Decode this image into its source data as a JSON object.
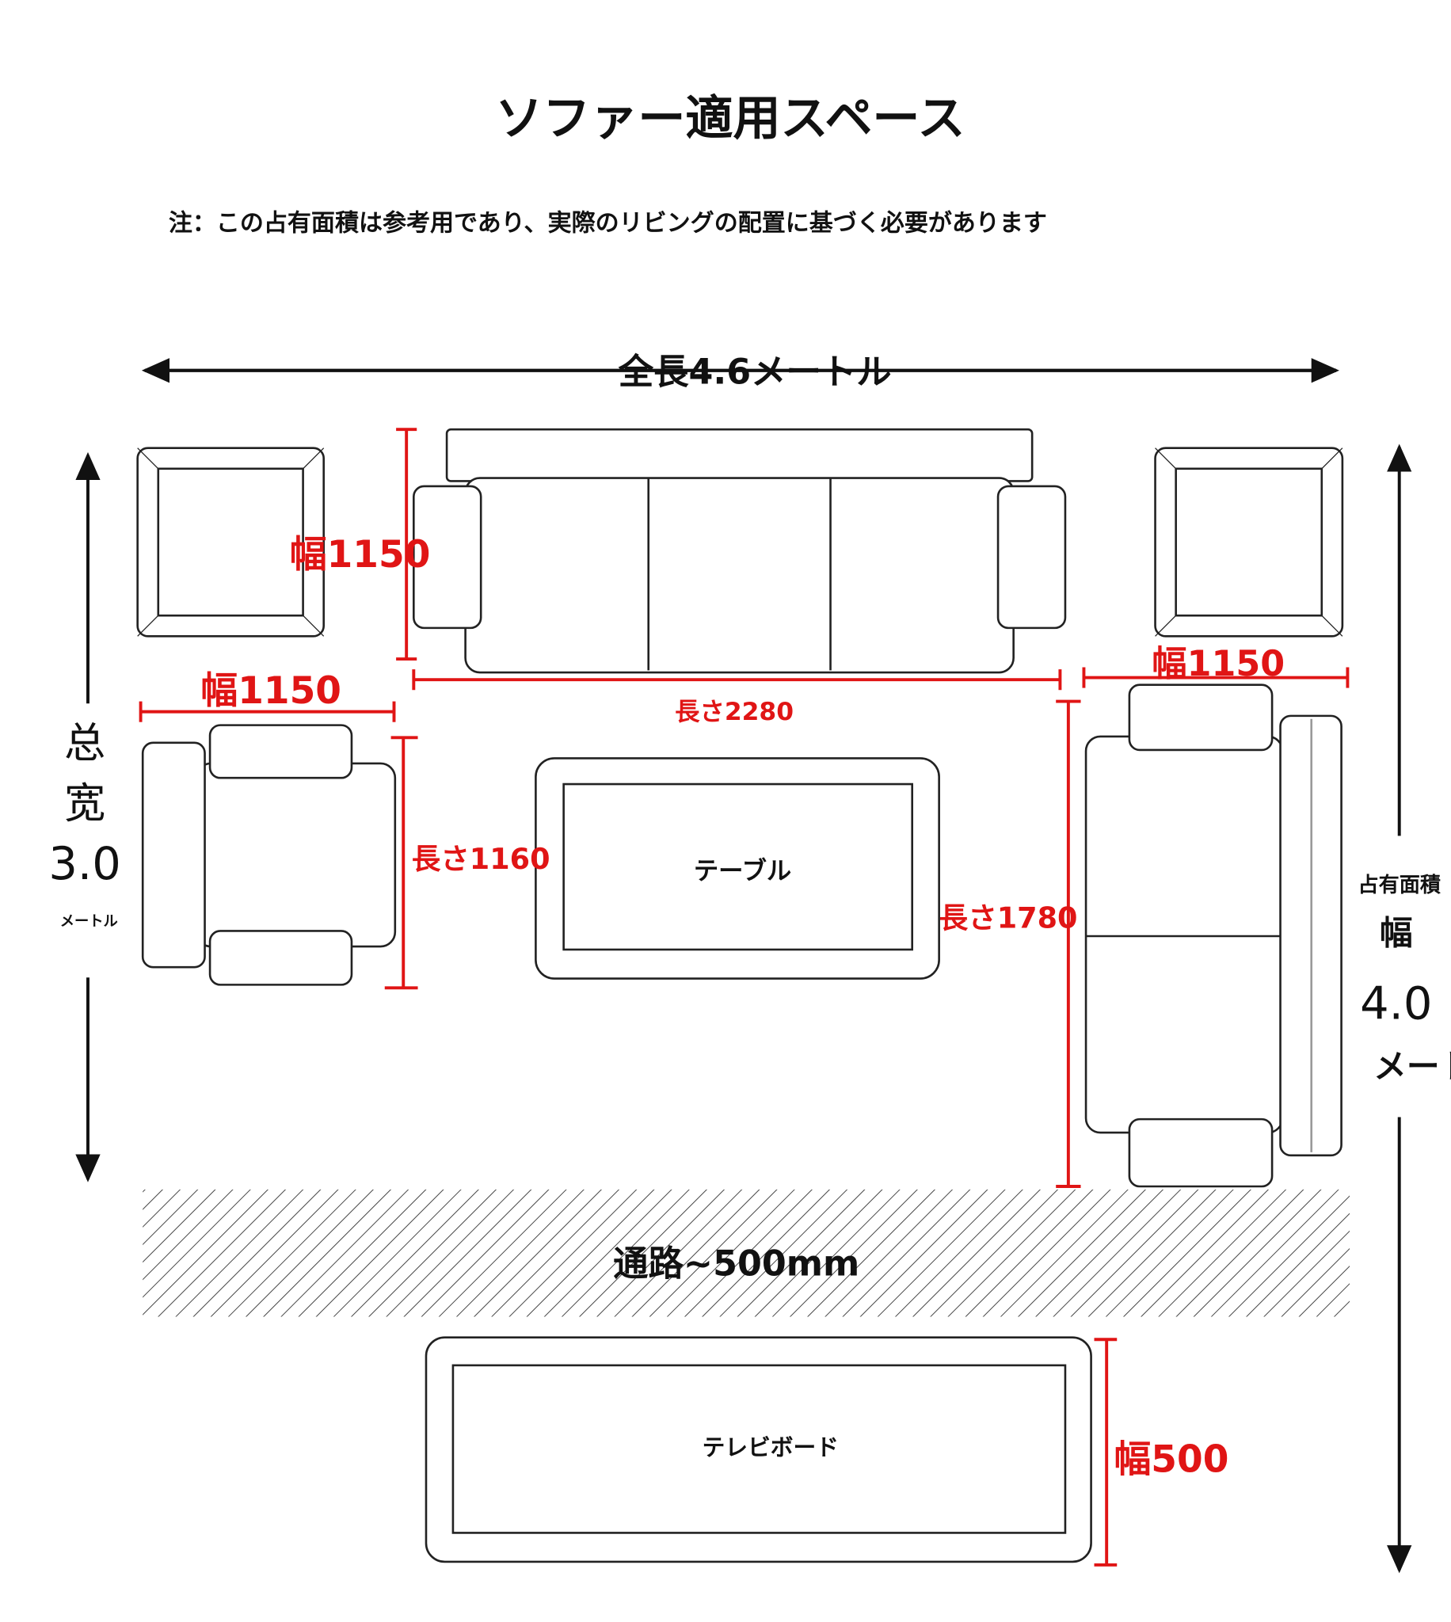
{
  "title": "ソファー適用スペース",
  "note": "注：この占有面積は参考用であり、実際のリビングの配置に基づく必要があります",
  "total_length": "全長4.6メートル",
  "total_width": {
    "c1": "总",
    "c2": "宽",
    "value": "3.0",
    "unit": "メートル"
  },
  "occupied": {
    "label": "占有面積",
    "sub": "幅",
    "value": "4.0",
    "unit": "メート"
  },
  "dims": {
    "sofa_width": "幅1150",
    "sofa_length": "長さ2280",
    "armchair_width": "幅1150",
    "armchair_length": "長さ1160",
    "chaise_width": "幅1150",
    "chaise_length": "長さ1780",
    "tv_width": "幅500"
  },
  "labels": {
    "table": "テーブル",
    "aisle": "通路~500mm",
    "tv_board": "テレビボード"
  },
  "colors": {
    "dimension": "#e01515",
    "line": "#222222"
  }
}
